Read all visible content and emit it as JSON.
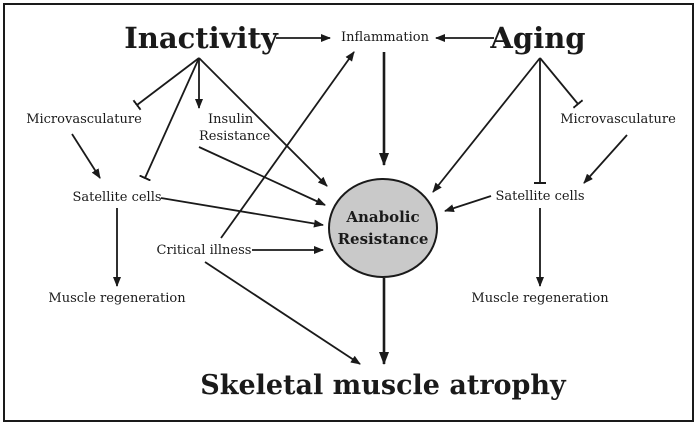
{
  "nodes": {
    "inactivity": "Inactivity",
    "aging": "Aging",
    "inflammation": "Inflammation",
    "microvasculature_left": "Microvasculature",
    "microvasculature_right": "Microvasculature",
    "insulin_line1": "Insulin",
    "insulin_line2": "Resistance",
    "satellite_left": "Satellite cells",
    "satellite_right": "Satellite cells",
    "critical_illness": "Critical illness",
    "regeneration_left": "Muscle regeneration",
    "regeneration_right": "Muscle regeneration",
    "anabolic_line1": "Anabolic",
    "anabolic_line2": "Resistance",
    "atrophy": "Skeletal muscle atrophy"
  },
  "colors": {
    "circle_fill": "#c9c9c9",
    "ink": "#1a1a1a"
  }
}
